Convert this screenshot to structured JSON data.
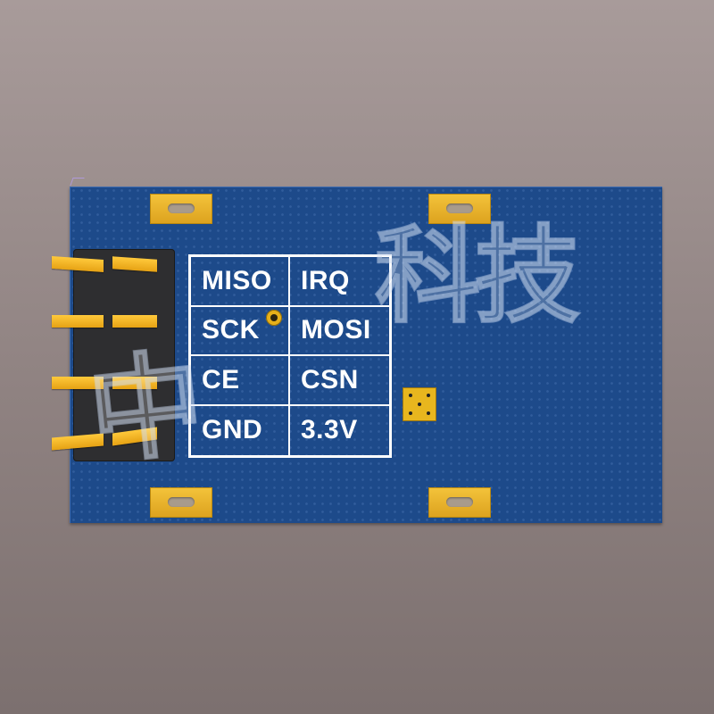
{
  "board": {
    "color": "#1d4a8a",
    "pad_color": "#e6ab22",
    "silkscreen_color": "#ffffff"
  },
  "pin_labels": [
    [
      "MISO",
      "IRQ"
    ],
    [
      "SCK",
      "MOSI"
    ],
    [
      "CE",
      "CSN"
    ],
    [
      "GND",
      "3.3V"
    ]
  ],
  "watermark": {
    "text": "中科技"
  },
  "icons": [
    "via-hole-icon",
    "mounting-pad-icon",
    "header-pin-icon"
  ]
}
